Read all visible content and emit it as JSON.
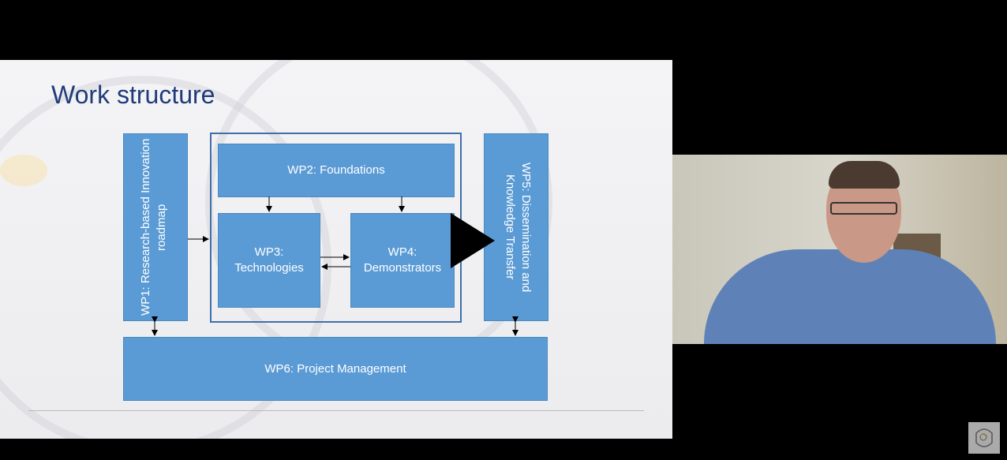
{
  "slide": {
    "title": "Work structure",
    "wp1": "WP1: Research-based Innovation roadmap",
    "wp2": "WP2: Foundations",
    "wp3": "WP3: Technologies",
    "wp4": "WP4: Demonstrators",
    "wp5": "WP5: Dissemination and Knowledge Transfer",
    "wp6": "WP6: Project Management"
  },
  "player": {
    "play_icon": "play-icon",
    "watermark_icon": "channel-watermark-icon"
  },
  "colors": {
    "box": "#5b9bd5",
    "title": "#1f3b7a"
  }
}
